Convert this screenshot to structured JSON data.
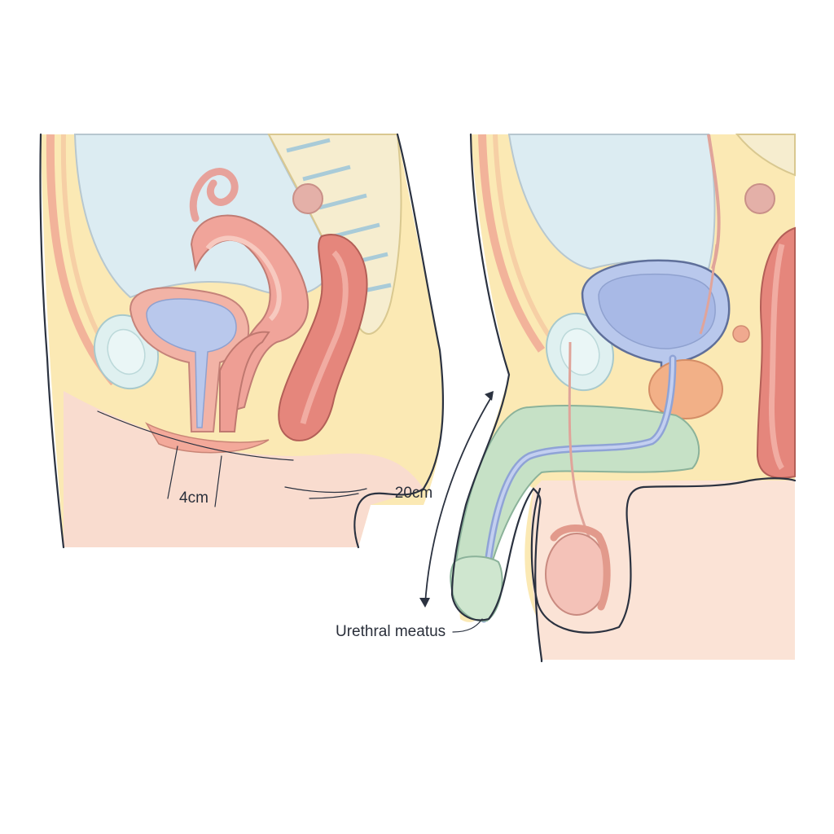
{
  "labels": {
    "female_urethra_length": "4cm",
    "male_urethra_length": "20cm",
    "urethral_meatus": "Urethral meatus"
  },
  "colors": {
    "fat_yellow": "#fbe9b4",
    "skin_pink": "#f9d9cc",
    "peritoneum_blue": "#dcecf2",
    "bladder_blue": "#b9c8ec",
    "uterus_pink": "#f0a49a",
    "rectum_red": "#e5867c",
    "urethra_green": "#c6e1c6",
    "outline": "#2b3240"
  }
}
